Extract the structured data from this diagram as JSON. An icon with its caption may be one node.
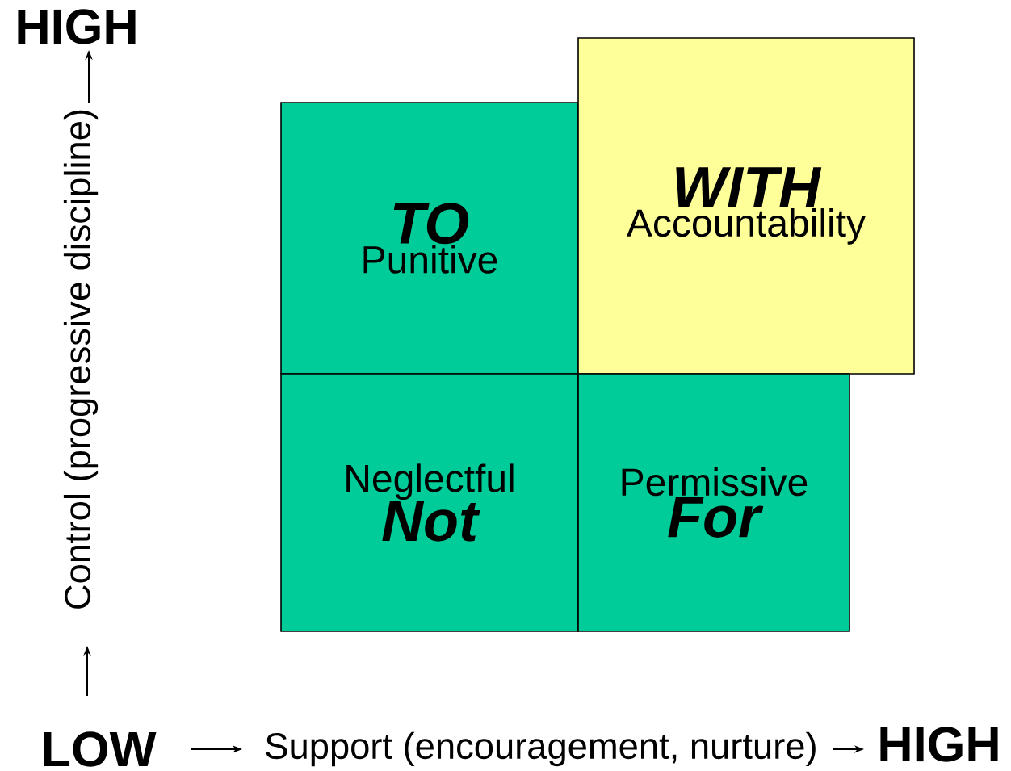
{
  "diagram": {
    "nodes": [
      {
        "text": [
          "TO",
          "Punitive"
        ]
      },
      {
        "text": [
          "WITH",
          "Accountability"
        ]
      },
      {
        "text": [
          "Neglectful",
          "Not"
        ]
      },
      {
        "text": [
          "Permissive",
          "For"
        ]
      }
    ],
    "labels": [
      "HIGH",
      "Control (progressive discipline)",
      "LOW",
      "Support (encouragement, nurture)",
      "HIGH"
    ]
  }
}
